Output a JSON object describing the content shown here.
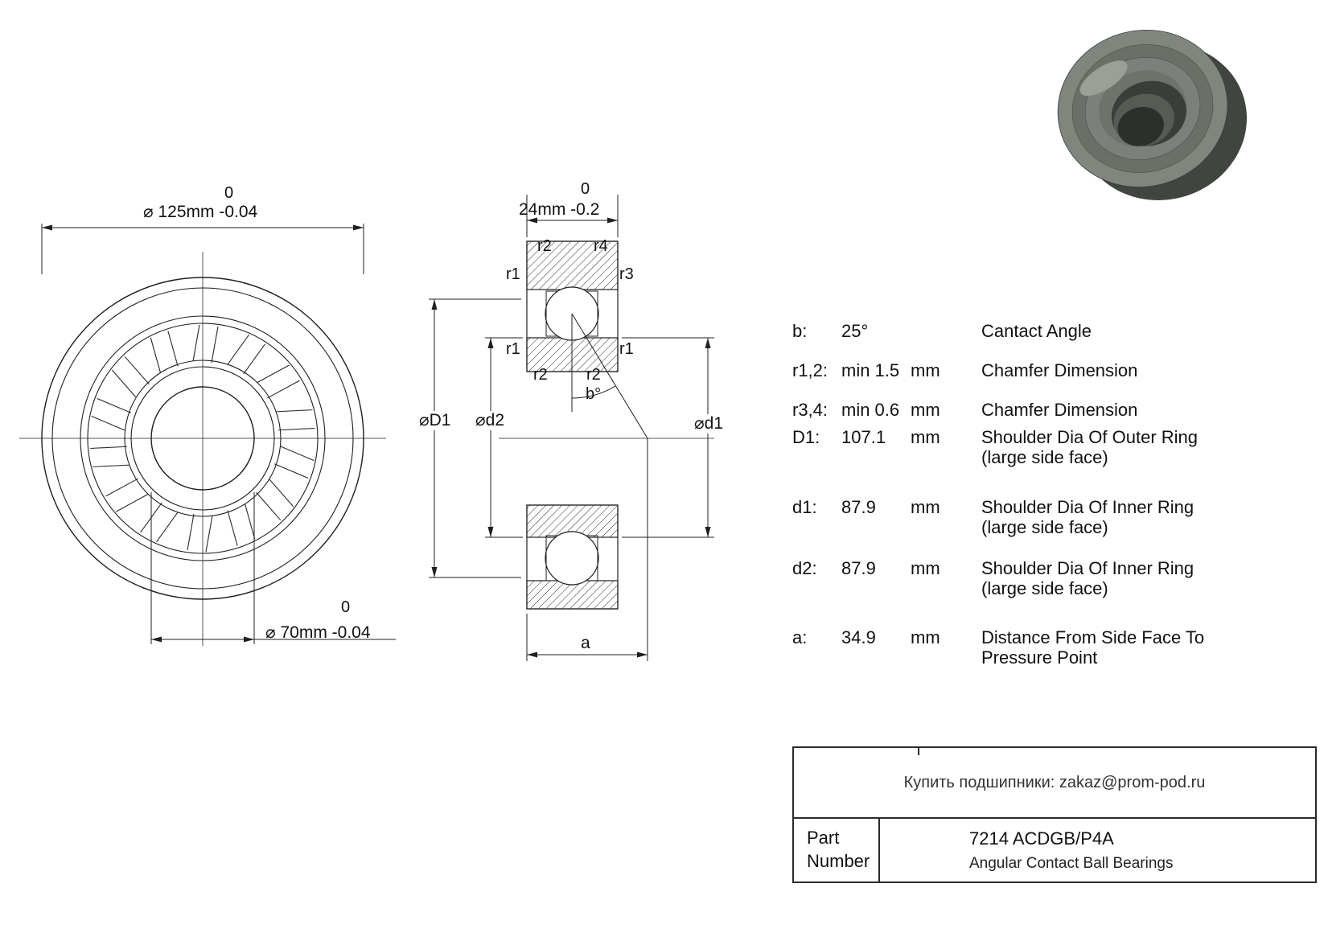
{
  "front_view": {
    "outer_dim": {
      "upper_tol": "0",
      "label": "⌀ 125mm -0.04"
    },
    "bore_dim": {
      "upper_tol": "0",
      "label": "⌀ 70mm -0.04"
    }
  },
  "section_view": {
    "width_dim": {
      "upper_tol": "0",
      "label": "24mm -0.2"
    },
    "labels": {
      "corner_top_left": "r2",
      "corner_top_right": "r4",
      "side_left_upper": "r1",
      "side_right_upper": "r3",
      "side_left_lower": "r1",
      "side_right_lower": "r1",
      "corner_bottom_left": "r2",
      "corner_bottom_right": "r2",
      "contact_angle": "b°",
      "dim_outer_shoulder": "⌀D1",
      "dim_inner_shoulder_2": "⌀d2",
      "dim_inner_shoulder_1": "⌀d1",
      "dim_pressure_distance": "a"
    }
  },
  "spec_table": {
    "rows": [
      {
        "param": "b:",
        "value": "25°",
        "unit": "",
        "desc": "Cantact Angle"
      },
      {
        "param": "r1,2:",
        "value": "min 1.5",
        "unit": "mm",
        "desc": "Chamfer Dimension"
      },
      {
        "param": "r3,4:",
        "value": "min 0.6",
        "unit": "mm",
        "desc": "Chamfer Dimension"
      },
      {
        "param": "D1:",
        "value": "107.1",
        "unit": "mm",
        "desc": "Shoulder Dia Of Outer Ring (large side face)"
      },
      {
        "param": "d1:",
        "value": "87.9",
        "unit": "mm",
        "desc": "Shoulder Dia Of Inner Ring (large side face)"
      },
      {
        "param": "d2:",
        "value": "87.9",
        "unit": "mm",
        "desc": "Shoulder Dia Of Inner Ring (large side face)"
      },
      {
        "param": "a:",
        "value": "34.9",
        "unit": "mm",
        "desc": "Distance From Side Face To Pressure Point"
      }
    ]
  },
  "title_block": {
    "contact_line": "Купить подшипники: zakaz@prom-pod.ru",
    "part_label": "Part Number",
    "part_number": "7214 ACDGB/P4A",
    "bearing_type": "Angular Contact Ball Bearings"
  }
}
